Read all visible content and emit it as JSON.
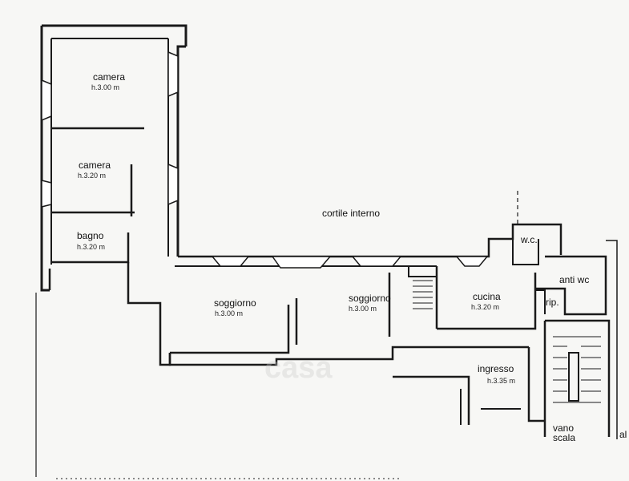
{
  "rooms": [
    {
      "id": "camera-1",
      "name": "camera",
      "height": "h.3.00 m"
    },
    {
      "id": "camera-2",
      "name": "camera",
      "height": "h.3.20 m"
    },
    {
      "id": "bagno",
      "name": "bagno",
      "height": "h.3.20 m"
    },
    {
      "id": "soggiorno-1",
      "name": "soggiorno",
      "height": "h.3.00 m"
    },
    {
      "id": "soggiorno-2",
      "name": "soggiorno",
      "height": "h.3.00 m"
    },
    {
      "id": "cucina",
      "name": "cucina",
      "height": "h.3.20 m"
    },
    {
      "id": "ingresso",
      "name": "ingresso",
      "height": "h.3.35 m"
    }
  ],
  "labels": {
    "courtyard": "cortile interno",
    "wc": "w.c.",
    "anti_wc": "anti wc",
    "rip": "rip.",
    "vano": "vano",
    "scala": "scala",
    "al": "al",
    "watermark": "casa"
  },
  "colors": {
    "wall": "#1a1a1a",
    "background": "#f7f7f5"
  }
}
